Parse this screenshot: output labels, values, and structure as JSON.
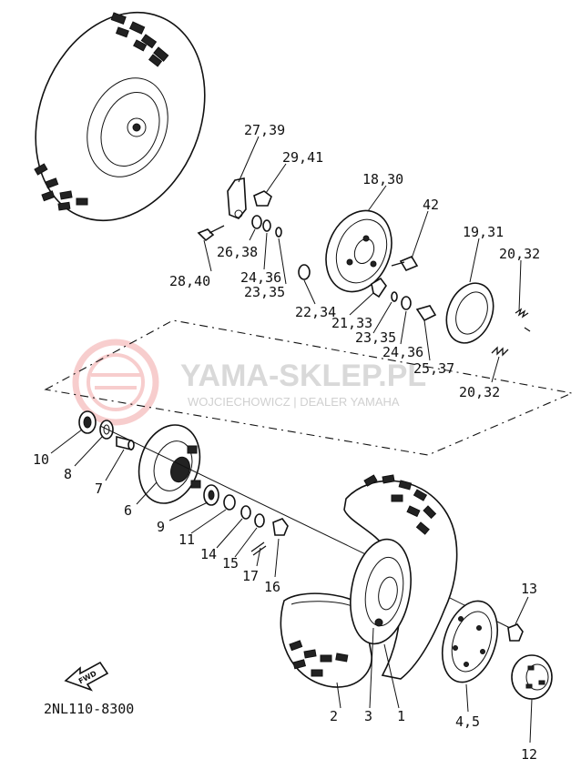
{
  "diagram": {
    "code": "2NL110-8300",
    "fwd_label": "FWD",
    "watermark": {
      "brand": "YAMA-SKLEP.PL",
      "tagline": "WOJCIECHOWICZ | DEALER YAMAHA"
    },
    "callouts": {
      "c1": "1",
      "c2": "2",
      "c3": "3",
      "c4_5": "4,5",
      "c6": "6",
      "c7": "7",
      "c8": "8",
      "c9": "9",
      "c10": "10",
      "c11": "11",
      "c12": "12",
      "c13": "13",
      "c14": "14",
      "c15": "15",
      "c16": "16",
      "c17": "17",
      "c18_30": "18,30",
      "c19_31": "19,31",
      "c20_32a": "20,32",
      "c20_32b": "20,32",
      "c21_33": "21,33",
      "c22_34": "22,34",
      "c23_35a": "23,35",
      "c23_35b": "23,35",
      "c24_36a": "24,36",
      "c24_36b": "24,36",
      "c25_37": "25,37",
      "c26_38": "26,38",
      "c27_39": "27,39",
      "c28_40": "28,40",
      "c29_41": "29,41",
      "c42": "42"
    }
  }
}
